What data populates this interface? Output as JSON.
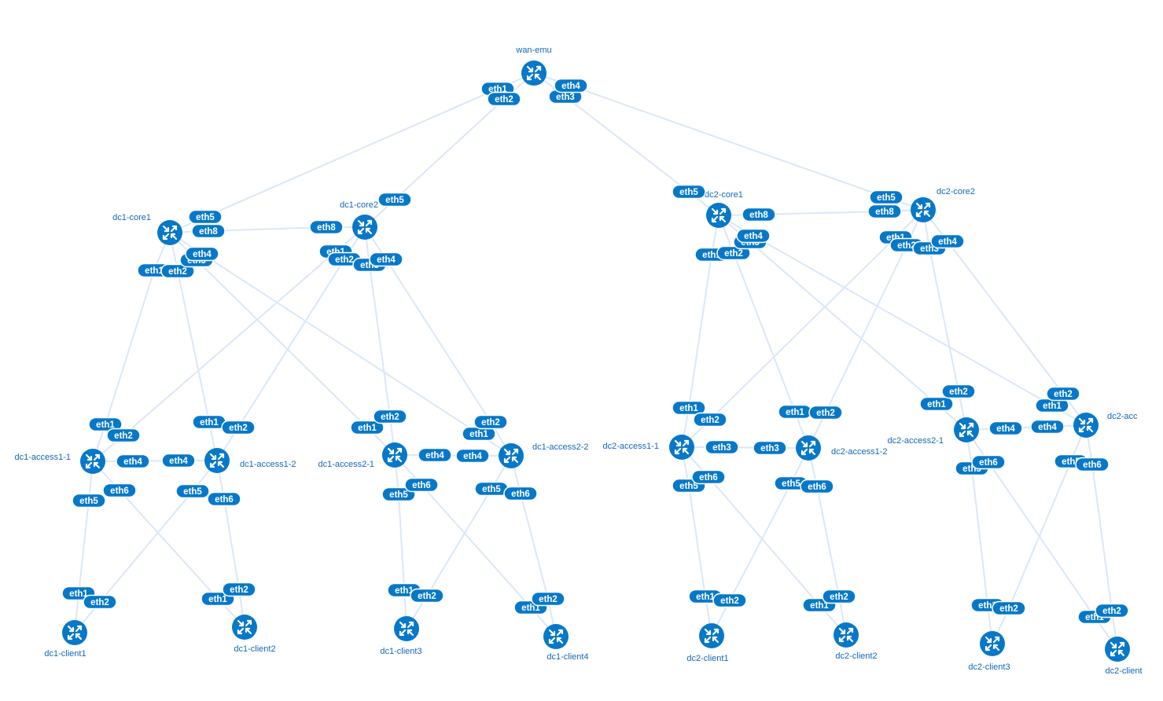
{
  "colors": {
    "node": "#0778c9",
    "link": "#dbe7f8",
    "label": "#1467b8",
    "port_text": "#ffffff"
  },
  "node_icon": "router-arrows-icon",
  "nodes": [
    {
      "id": "wan-emu",
      "label": "wan-emu"
    },
    {
      "id": "dc1-core1",
      "label": "dc1-core1"
    },
    {
      "id": "dc1-core2",
      "label": "dc1-core2"
    },
    {
      "id": "dc2-core1",
      "label": "dc2-core1"
    },
    {
      "id": "dc2-core2",
      "label": "dc2-core2"
    },
    {
      "id": "dc1-access1-1",
      "label": "dc1-access1-1"
    },
    {
      "id": "dc1-access1-2",
      "label": "dc1-access1-2"
    },
    {
      "id": "dc1-access2-1",
      "label": "dc1-access2-1"
    },
    {
      "id": "dc1-access2-2",
      "label": "dc1-access2-2"
    },
    {
      "id": "dc2-access1-1",
      "label": "dc2-access1-1"
    },
    {
      "id": "dc2-access1-2",
      "label": "dc2-access1-2"
    },
    {
      "id": "dc2-access2-1",
      "label": "dc2-access2-1"
    },
    {
      "id": "dc2-access2-2",
      "label": "dc2-acc"
    },
    {
      "id": "dc1-client1",
      "label": "dc1-client1"
    },
    {
      "id": "dc1-client2",
      "label": "dc1-client2"
    },
    {
      "id": "dc1-client3",
      "label": "dc1-client3"
    },
    {
      "id": "dc1-client4",
      "label": "dc1-client4"
    },
    {
      "id": "dc2-client1",
      "label": "dc2-client1"
    },
    {
      "id": "dc2-client2",
      "label": "dc2-client2"
    },
    {
      "id": "dc2-client3",
      "label": "dc2-client3"
    },
    {
      "id": "dc2-client4",
      "label": "dc2-client"
    }
  ],
  "links": [
    {
      "a": "wan-emu",
      "a_port": "eth1",
      "b": "dc1-core1",
      "b_port": "eth5"
    },
    {
      "a": "wan-emu",
      "a_port": "eth2",
      "b": "dc1-core2",
      "b_port": "eth5"
    },
    {
      "a": "wan-emu",
      "a_port": "eth3",
      "b": "dc2-core1",
      "b_port": "eth5"
    },
    {
      "a": "wan-emu",
      "a_port": "eth4",
      "b": "dc2-core2",
      "b_port": "eth5"
    },
    {
      "a": "dc1-core1",
      "a_port": "eth8",
      "b": "dc1-core2",
      "b_port": "eth8"
    },
    {
      "a": "dc2-core1",
      "a_port": "eth8",
      "b": "dc2-core2",
      "b_port": "eth8"
    },
    {
      "a": "dc1-core1",
      "a_port": "eth1",
      "b": "dc1-access1-1",
      "b_port": "eth1"
    },
    {
      "a": "dc1-core1",
      "a_port": "eth2",
      "b": "dc1-access1-2",
      "b_port": "eth1"
    },
    {
      "a": "dc1-core1",
      "a_port": "eth3",
      "b": "dc1-access2-1",
      "b_port": "eth1"
    },
    {
      "a": "dc1-core1",
      "a_port": "eth4",
      "b": "dc1-access2-2",
      "b_port": "eth1"
    },
    {
      "a": "dc1-core2",
      "a_port": "eth1",
      "b": "dc1-access1-1",
      "b_port": "eth2"
    },
    {
      "a": "dc1-core2",
      "a_port": "eth2",
      "b": "dc1-access1-2",
      "b_port": "eth2"
    },
    {
      "a": "dc1-core2",
      "a_port": "eth3",
      "b": "dc1-access2-1",
      "b_port": "eth2"
    },
    {
      "a": "dc1-core2",
      "a_port": "eth4",
      "b": "dc1-access2-2",
      "b_port": "eth2"
    },
    {
      "a": "dc2-core1",
      "a_port": "eth1",
      "b": "dc2-access1-1",
      "b_port": "eth1"
    },
    {
      "a": "dc2-core1",
      "a_port": "eth2",
      "b": "dc2-access1-2",
      "b_port": "eth1"
    },
    {
      "a": "dc2-core1",
      "a_port": "eth3",
      "b": "dc2-access2-1",
      "b_port": "eth1"
    },
    {
      "a": "dc2-core1",
      "a_port": "eth4",
      "b": "dc2-access2-2",
      "b_port": "eth1"
    },
    {
      "a": "dc2-core2",
      "a_port": "eth1",
      "b": "dc2-access1-1",
      "b_port": "eth2"
    },
    {
      "a": "dc2-core2",
      "a_port": "eth2",
      "b": "dc2-access1-2",
      "b_port": "eth2"
    },
    {
      "a": "dc2-core2",
      "a_port": "eth3",
      "b": "dc2-access2-1",
      "b_port": "eth2"
    },
    {
      "a": "dc2-core2",
      "a_port": "eth4",
      "b": "dc2-access2-2",
      "b_port": "eth2"
    },
    {
      "a": "dc1-access1-1",
      "a_port": "eth4",
      "b": "dc1-access1-2",
      "b_port": "eth4"
    },
    {
      "a": "dc1-access2-1",
      "a_port": "eth4",
      "b": "dc1-access2-2",
      "b_port": "eth4"
    },
    {
      "a": "dc2-access1-1",
      "a_port": "eth3",
      "b": "dc2-access1-2",
      "b_port": "eth3"
    },
    {
      "a": "dc2-access2-1",
      "a_port": "eth4",
      "b": "dc2-access2-2",
      "b_port": "eth4"
    },
    {
      "a": "dc1-access1-1",
      "a_port": "eth5",
      "b": "dc1-client1",
      "b_port": "eth1"
    },
    {
      "a": "dc1-access1-1",
      "a_port": "eth6",
      "b": "dc1-client2",
      "b_port": "eth1"
    },
    {
      "a": "dc1-access1-2",
      "a_port": "eth5",
      "b": "dc1-client1",
      "b_port": "eth2"
    },
    {
      "a": "dc1-access1-2",
      "a_port": "eth6",
      "b": "dc1-client2",
      "b_port": "eth2"
    },
    {
      "a": "dc1-access2-1",
      "a_port": "eth5",
      "b": "dc1-client3",
      "b_port": "eth1"
    },
    {
      "a": "dc1-access2-1",
      "a_port": "eth6",
      "b": "dc1-client4",
      "b_port": "eth1"
    },
    {
      "a": "dc1-access2-2",
      "a_port": "eth5",
      "b": "dc1-client3",
      "b_port": "eth2"
    },
    {
      "a": "dc1-access2-2",
      "a_port": "eth6",
      "b": "dc1-client4",
      "b_port": "eth2"
    },
    {
      "a": "dc2-access1-1",
      "a_port": "eth5",
      "b": "dc2-client1",
      "b_port": "eth1"
    },
    {
      "a": "dc2-access1-1",
      "a_port": "eth6",
      "b": "dc2-client2",
      "b_port": "eth1"
    },
    {
      "a": "dc2-access1-2",
      "a_port": "eth5",
      "b": "dc2-client1",
      "b_port": "eth2"
    },
    {
      "a": "dc2-access1-2",
      "a_port": "eth6",
      "b": "dc2-client2",
      "b_port": "eth2"
    },
    {
      "a": "dc2-access2-1",
      "a_port": "eth5",
      "b": "dc2-client3",
      "b_port": "eth1"
    },
    {
      "a": "dc2-access2-1",
      "a_port": "eth6",
      "b": "dc2-client4",
      "b_port": "eth1"
    },
    {
      "a": "dc2-access2-2",
      "a_port": "eth5",
      "b": "dc2-client3",
      "b_port": "eth2"
    },
    {
      "a": "dc2-access2-2",
      "a_port": "eth6",
      "b": "dc2-client4",
      "b_port": "eth2"
    }
  ]
}
